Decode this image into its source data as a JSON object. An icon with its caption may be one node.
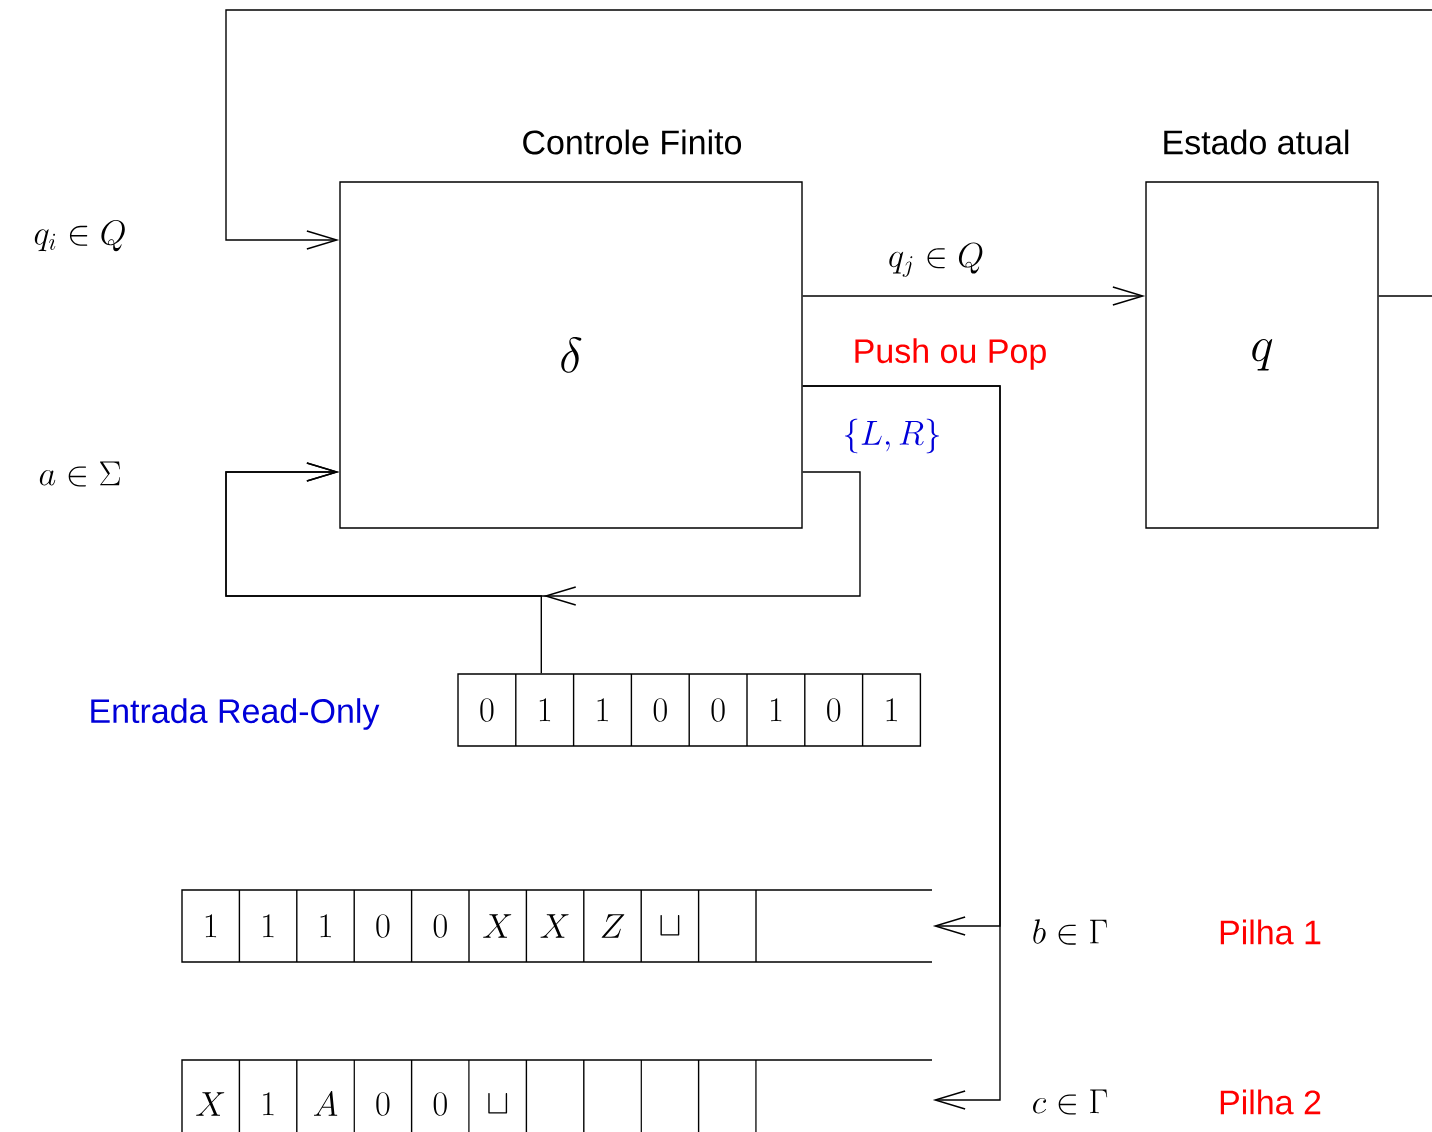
{
  "diagram": {
    "nodes": [
      {
        "text": [
          "Controle Finito",
          "\\delta"
        ]
      },
      {
        "text": [
          "Estado atual",
          "q"
        ]
      },
      {
        "text": [
          "0",
          "1",
          "1",
          "0",
          "0",
          "1",
          "0",
          "1"
        ],
        "beside": [
          "Entrada Read-Only"
        ]
      },
      {
        "text": [
          "1",
          "1",
          "1",
          "0",
          "0",
          "X",
          "X",
          "Z",
          "\\sqcup"
        ]
      },
      {
        "text": [
          "X",
          "1",
          "A",
          "0",
          "0",
          "\\sqcup"
        ]
      }
    ],
    "edges": [
      {
        "from": 0,
        "to": 1,
        "arrow": "to",
        "label": "q_j \\in Q"
      },
      {
        "from": 1,
        "to": 0,
        "arrow": "to"
      },
      {
        "from": 0,
        "to": 0,
        "arrow": "to"
      },
      {
        "from": 2,
        "to": 0,
        "arrow": "to"
      },
      {
        "from": 0,
        "to": 3,
        "arrow": "to",
        "label": "b \\in \\Gamma"
      },
      {
        "from": 0,
        "to": 4,
        "arrow": "to",
        "label": "c \\in \\Gamma"
      }
    ],
    "labels": [
      "q_i \\in Q",
      "a \\in \\Sigma",
      "Push ou Pop",
      "\\{L, R\\}",
      "Pilha 1",
      "Pilha 2"
    ]
  }
}
